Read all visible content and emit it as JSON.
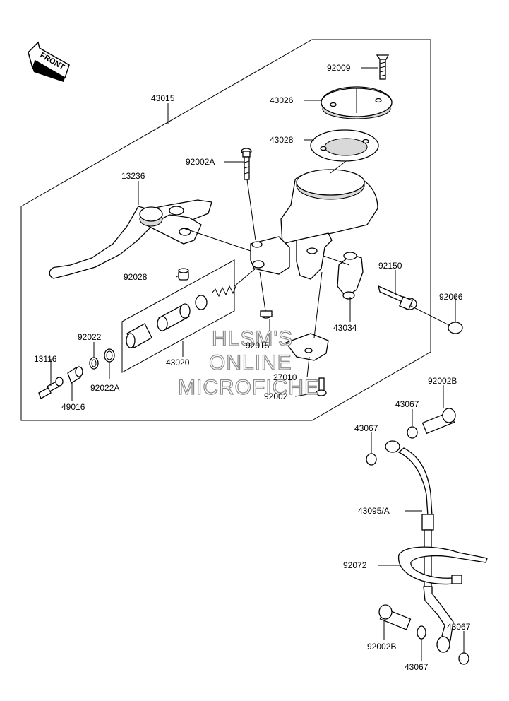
{
  "orientation": {
    "front_label": "FRONT"
  },
  "watermark": {
    "line1": "HLSM'S",
    "line2": "ONLINE",
    "line3": "MICROFICHE"
  },
  "parts": {
    "p43015": "43015",
    "p92009": "92009",
    "p43026": "43026",
    "p43028": "43028",
    "p92002A": "92002A",
    "p13236": "13236",
    "p92028": "92028",
    "p92150": "92150",
    "p92066": "92066",
    "p43034": "43034",
    "p92022": "92022",
    "p92015": "92015",
    "p13116": "13116",
    "p43020": "43020",
    "p27010": "27010",
    "p92022A": "92022A",
    "p92002": "92002",
    "p49016": "49016",
    "p92002B_top": "92002B",
    "p43067_a": "43067",
    "p43067_b": "43067",
    "p43095A": "43095/A",
    "p92072": "92072",
    "p92002B_bot": "92002B",
    "p43067_c": "43067",
    "p43067_d": "43067"
  }
}
